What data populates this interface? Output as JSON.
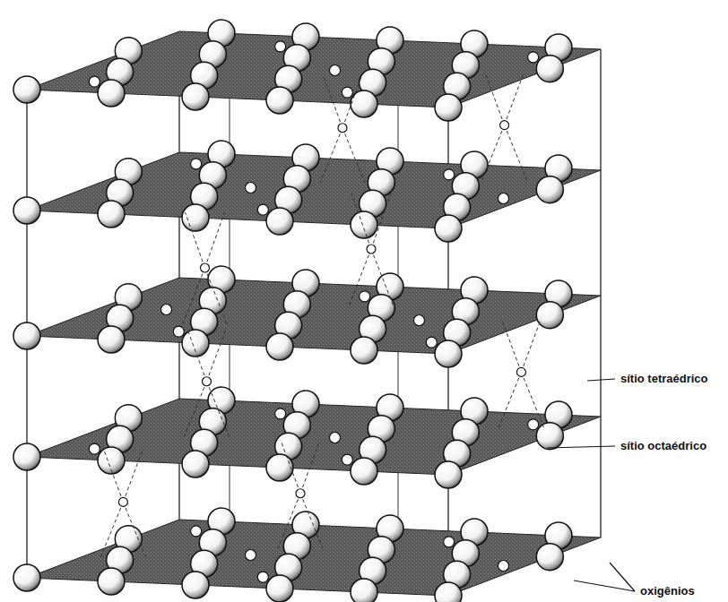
{
  "diagram": {
    "labels": [
      "sítio tetraédrico",
      "sítio octaédrico",
      "oxigênios"
    ]
  }
}
